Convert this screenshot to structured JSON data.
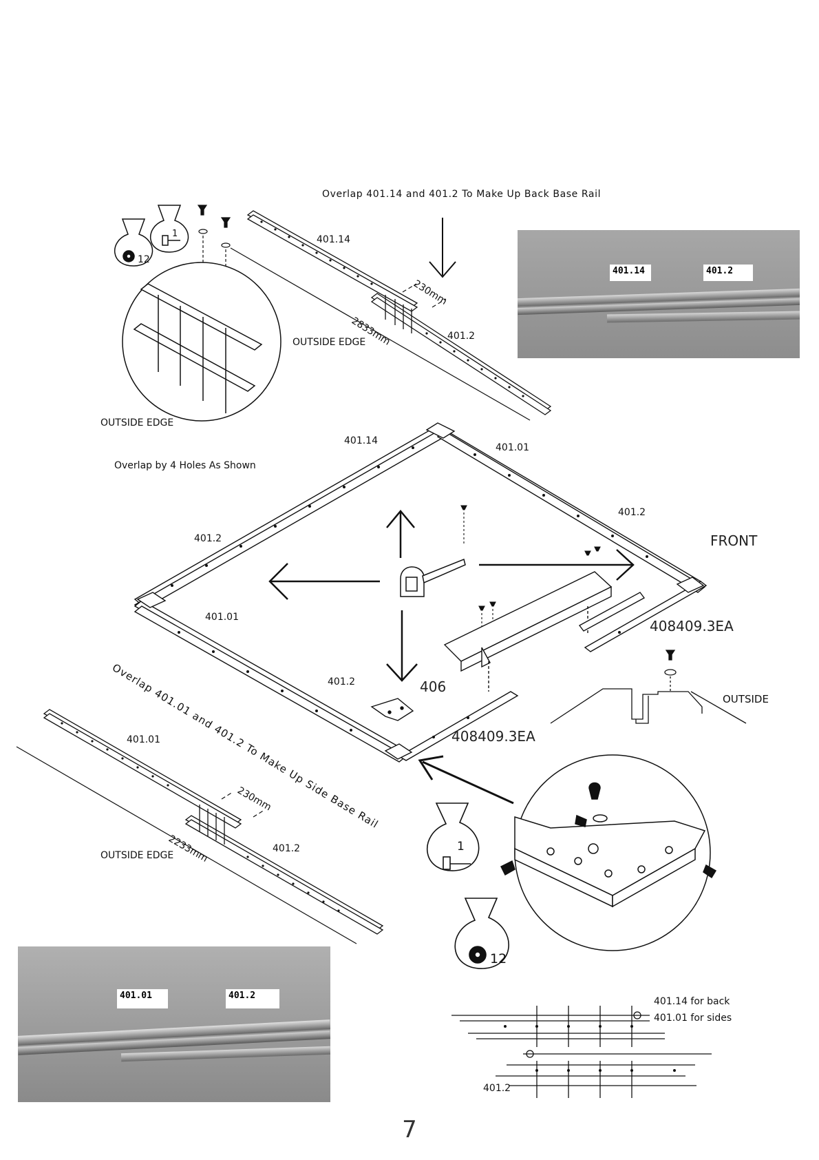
{
  "labels": {
    "top_title": "Overlap 401.14 and 401.2 To Make Up Back Base Rail",
    "p401_14": "401.14",
    "p401_2": "401.2",
    "p401_01": "401.01",
    "dim_230": "230mm",
    "dim_2833": "2833mm",
    "dim_2233": "2233mm",
    "outside_edge": "OUTSIDE EDGE",
    "overlap_holes": "Overlap by 4 Holes As Shown",
    "front": "FRONT",
    "part_408409": "408409.3EA",
    "part_406": "406",
    "outside": "OUTSIDE",
    "side_title": "Overlap 401.01 and 401.2 To Make Up Side Base Rail",
    "bag_count_1": "1",
    "bag_count_12": "12",
    "for_back": "401.14  for  back",
    "for_sides": "401.01  for  sides"
  },
  "photos": {
    "top": {
      "left_tag": "401.14",
      "right_tag": "401.2"
    },
    "bottom": {
      "left_tag": "401.01",
      "right_tag": "401.2"
    }
  },
  "page_number": "7"
}
